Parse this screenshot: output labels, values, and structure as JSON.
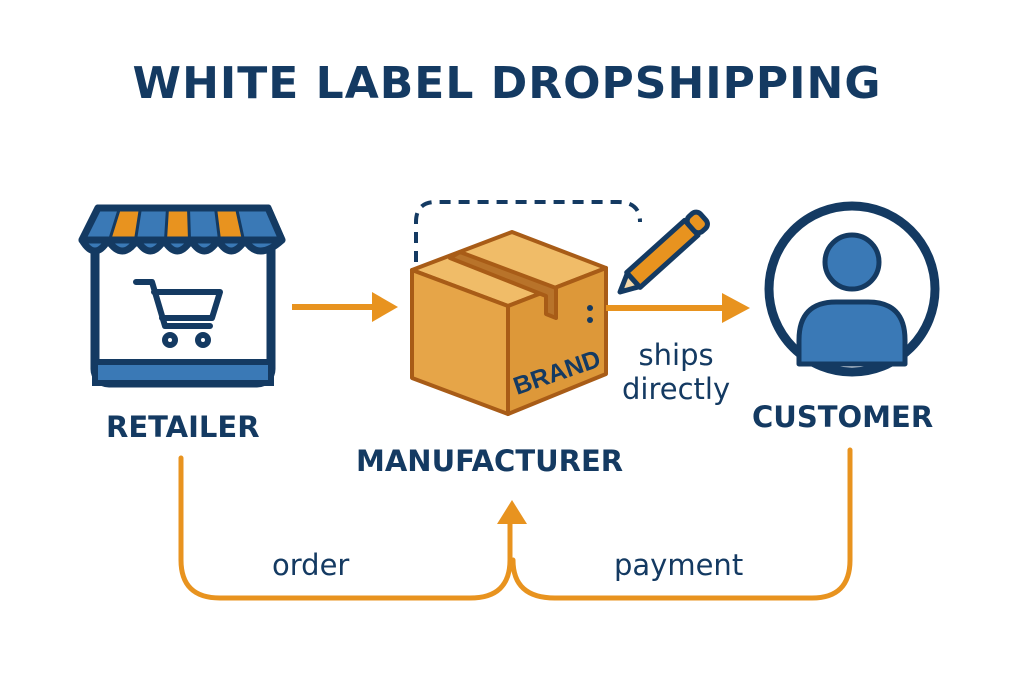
{
  "title": "WHITE LABEL DROPSHIPPING",
  "nodes": {
    "retailer": "RETAILER",
    "manufacturer": "MANUFACTURER",
    "customer": "CUSTOMER"
  },
  "box_brand": "BRAND",
  "edges": {
    "ships_line1": "ships",
    "ships_line2": "directly",
    "order": "order",
    "payment": "payment"
  },
  "colors": {
    "navy": "#143a62",
    "blue": "#3a79b6",
    "orange": "#e8931f",
    "box": "#e6a548",
    "box_dark": "#b0621a"
  }
}
